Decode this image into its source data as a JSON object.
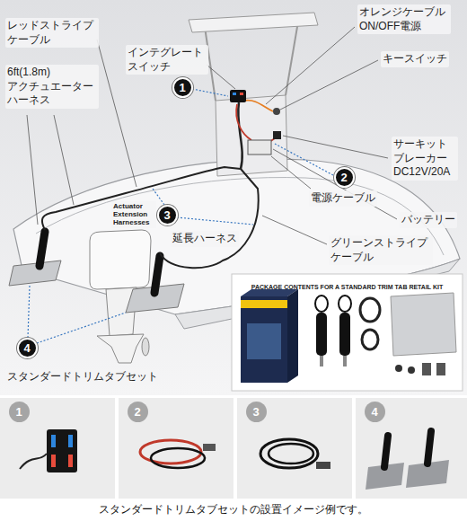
{
  "diagram": {
    "caption": "スタンダードトリムタブセットの設置イメージ例です。",
    "nodes": [
      {
        "text": [
          "1"
        ]
      },
      {
        "text": [
          "2"
        ]
      },
      {
        "text": [
          "3"
        ]
      },
      {
        "text": [
          "PACKAGE CONTENTS FOR A STANDARD TRIM TAB RETAIL KIT"
        ]
      },
      {
        "text": [
          "4"
        ]
      },
      {
        "text": [
          "1"
        ]
      },
      {
        "text": [
          "2"
        ]
      },
      {
        "text": [
          "3"
        ]
      },
      {
        "text": [
          "4"
        ]
      }
    ],
    "labels": [
      "オレンジケーブル ON/OFF電源",
      "レッドストライプ ケーブル",
      "インテグレート スイッチ",
      "キースイッチ",
      "6ft(1.8m) アクチュエーター ハーネス",
      "サーキット ブレーカー DC12V/20A",
      "電源ケーブル",
      "Actuator Extension Harnesses",
      "バッテリー",
      "延長ハーネス",
      "グリーンストライプ ケーブル",
      "スタンダードトリムタブセット"
    ]
  }
}
